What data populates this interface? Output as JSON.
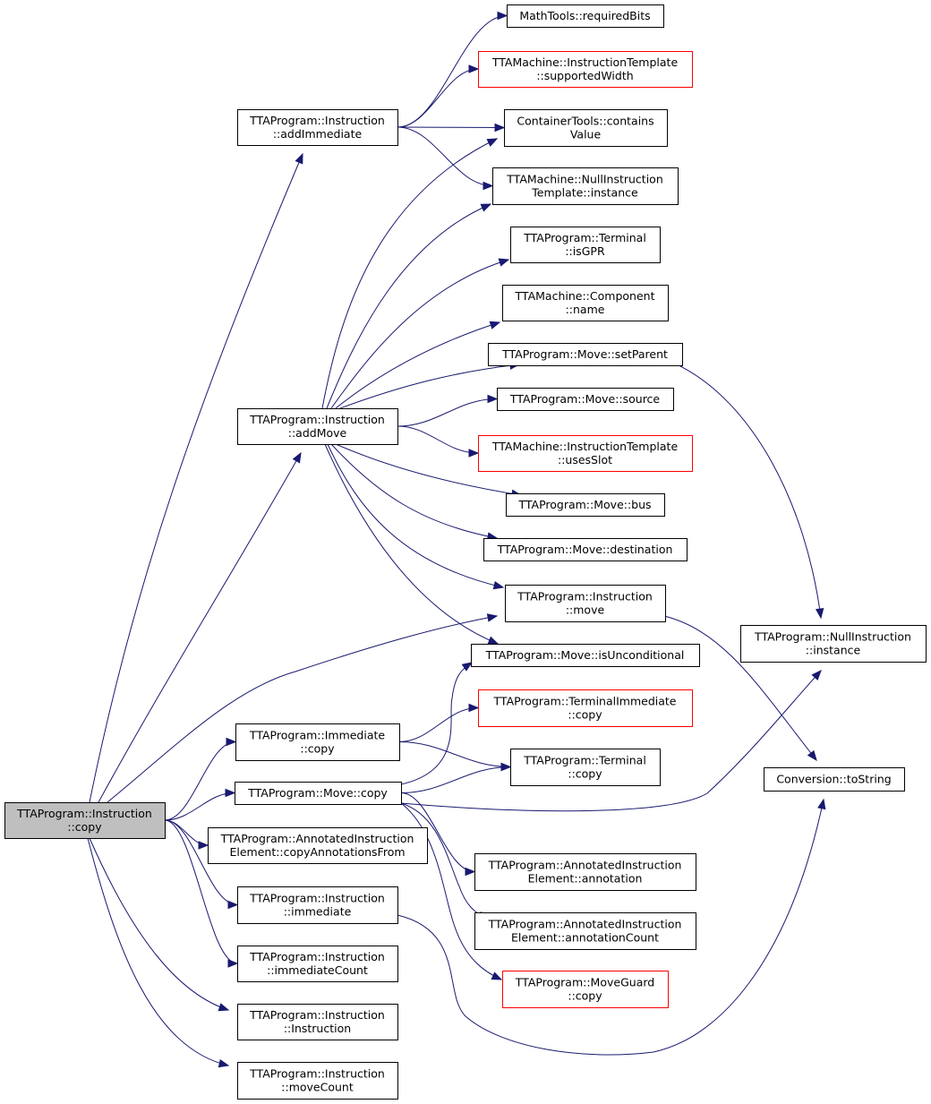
{
  "colors": {
    "edge": "#191970",
    "node_border": "#000000",
    "external_node_border": "#ff0000",
    "root_fill": "#bfbfbf",
    "node_fill": "#ffffff"
  },
  "nodes": [
    {
      "id": "root",
      "lines": [
        "TTAProgram::Instruction",
        "::copy"
      ],
      "root": true
    },
    {
      "id": "addImmediate",
      "lines": [
        "TTAProgram::Instruction",
        "::addImmediate"
      ]
    },
    {
      "id": "addMove",
      "lines": [
        "TTAProgram::Instruction",
        "::addMove"
      ]
    },
    {
      "id": "immCopy",
      "lines": [
        "TTAProgram::Immediate",
        "::copy"
      ]
    },
    {
      "id": "moveCopy",
      "lines": [
        "TTAProgram::Move::copy"
      ]
    },
    {
      "id": "copyAnnot",
      "lines": [
        "TTAProgram::AnnotatedInstruction",
        "Element::copyAnnotationsFrom"
      ]
    },
    {
      "id": "immediate",
      "lines": [
        "TTAProgram::Instruction",
        "::immediate"
      ]
    },
    {
      "id": "immediateCount",
      "lines": [
        "TTAProgram::Instruction",
        "::immediateCount"
      ]
    },
    {
      "id": "ctor",
      "lines": [
        "TTAProgram::Instruction",
        "::Instruction"
      ]
    },
    {
      "id": "moveCount",
      "lines": [
        "TTAProgram::Instruction",
        "::moveCount"
      ]
    },
    {
      "id": "requiredBits",
      "lines": [
        "MathTools::requiredBits"
      ]
    },
    {
      "id": "supportedWidth",
      "lines": [
        "TTAMachine::InstructionTemplate",
        "::supportedWidth"
      ],
      "external": true
    },
    {
      "id": "containsValue",
      "lines": [
        "ContainerTools::contains",
        "Value"
      ]
    },
    {
      "id": "nullTemplate",
      "lines": [
        "TTAMachine::NullInstruction",
        "Template::instance"
      ]
    },
    {
      "id": "isGPR",
      "lines": [
        "TTAProgram::Terminal",
        "::isGPR"
      ]
    },
    {
      "id": "compName",
      "lines": [
        "TTAMachine::Component",
        "::name"
      ]
    },
    {
      "id": "setParent",
      "lines": [
        "TTAProgram::Move::setParent"
      ]
    },
    {
      "id": "source",
      "lines": [
        "TTAProgram::Move::source"
      ]
    },
    {
      "id": "usesSlot",
      "lines": [
        "TTAMachine::InstructionTemplate",
        "::usesSlot"
      ],
      "external": true
    },
    {
      "id": "bus",
      "lines": [
        "TTAProgram::Move::bus"
      ]
    },
    {
      "id": "destination",
      "lines": [
        "TTAProgram::Move::destination"
      ]
    },
    {
      "id": "instrMove",
      "lines": [
        "TTAProgram::Instruction",
        "::move"
      ]
    },
    {
      "id": "isUncond",
      "lines": [
        "TTAProgram::Move::isUnconditional"
      ]
    },
    {
      "id": "termImmCopy",
      "lines": [
        "TTAProgram::TerminalImmediate",
        "::copy"
      ],
      "external": true
    },
    {
      "id": "termCopy",
      "lines": [
        "TTAProgram::Terminal",
        "::copy"
      ]
    },
    {
      "id": "annotation",
      "lines": [
        "TTAProgram::AnnotatedInstruction",
        "Element::annotation"
      ]
    },
    {
      "id": "annotationCount",
      "lines": [
        "TTAProgram::AnnotatedInstruction",
        "Element::annotationCount"
      ]
    },
    {
      "id": "guardCopy",
      "lines": [
        "TTAProgram::MoveGuard",
        "::copy"
      ],
      "external": true
    },
    {
      "id": "nullInstr",
      "lines": [
        "TTAProgram::NullInstruction",
        "::instance"
      ]
    },
    {
      "id": "toString",
      "lines": [
        "Conversion::toString"
      ]
    }
  ],
  "edges": [
    [
      "root",
      "addImmediate"
    ],
    [
      "root",
      "addMove"
    ],
    [
      "root",
      "instrMove"
    ],
    [
      "root",
      "immCopy"
    ],
    [
      "root",
      "moveCopy"
    ],
    [
      "root",
      "copyAnnot"
    ],
    [
      "root",
      "immediate"
    ],
    [
      "root",
      "immediateCount"
    ],
    [
      "root",
      "ctor"
    ],
    [
      "root",
      "moveCount"
    ],
    [
      "addImmediate",
      "requiredBits"
    ],
    [
      "addImmediate",
      "supportedWidth"
    ],
    [
      "addImmediate",
      "containsValue"
    ],
    [
      "addImmediate",
      "nullTemplate"
    ],
    [
      "addMove",
      "containsValue"
    ],
    [
      "addMove",
      "nullTemplate"
    ],
    [
      "addMove",
      "isGPR"
    ],
    [
      "addMove",
      "compName"
    ],
    [
      "addMove",
      "setParent"
    ],
    [
      "addMove",
      "source"
    ],
    [
      "addMove",
      "usesSlot"
    ],
    [
      "addMove",
      "bus"
    ],
    [
      "addMove",
      "destination"
    ],
    [
      "addMove",
      "instrMove"
    ],
    [
      "addMove",
      "isUncond"
    ],
    [
      "setParent",
      "nullInstr"
    ],
    [
      "instrMove",
      "toString"
    ],
    [
      "immCopy",
      "termImmCopy"
    ],
    [
      "immCopy",
      "termCopy"
    ],
    [
      "moveCopy",
      "isUncond"
    ],
    [
      "moveCopy",
      "termCopy"
    ],
    [
      "moveCopy",
      "nullInstr"
    ],
    [
      "moveCopy",
      "annotation"
    ],
    [
      "moveCopy",
      "annotationCount"
    ],
    [
      "moveCopy",
      "guardCopy"
    ],
    [
      "immediate",
      "toString"
    ]
  ]
}
